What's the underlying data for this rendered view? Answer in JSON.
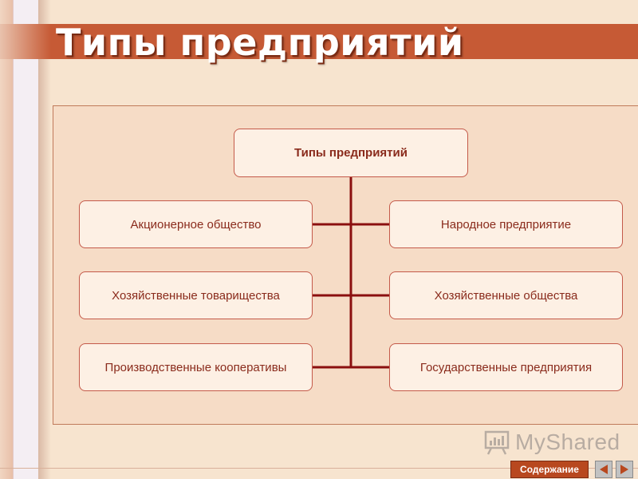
{
  "title": "Типы предприятий",
  "diagram": {
    "root": "Типы предприятий",
    "left": [
      "Акционерное общество",
      "Хозяйственные товарищества",
      "Производственные кооперативы"
    ],
    "right": [
      "Народное предприятие",
      "Хозяйственные общества",
      "Государственные предприятия"
    ]
  },
  "watermark": "MyShared",
  "nav": {
    "contents_label": "Содержание"
  },
  "colors": {
    "title_band": "#c65a35",
    "connector": "#8b0f0f",
    "node_text": "#8a2b1c",
    "panel": "#f6dcc6"
  }
}
